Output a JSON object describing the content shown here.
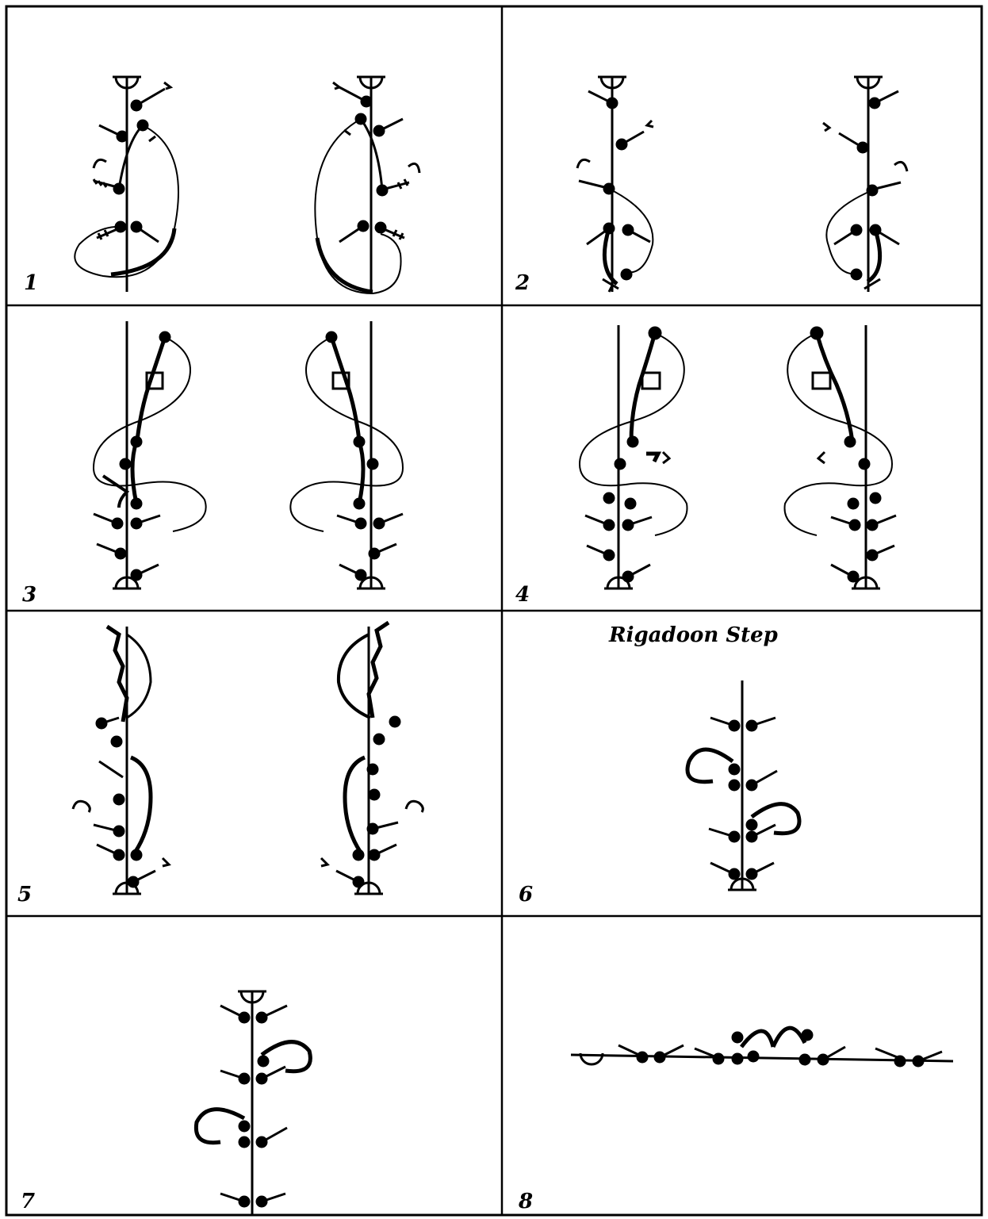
{
  "figure": {
    "panels": [
      {
        "number": "1",
        "title": ""
      },
      {
        "number": "2",
        "title": ""
      },
      {
        "number": "3",
        "title": ""
      },
      {
        "number": "4",
        "title": ""
      },
      {
        "number": "5",
        "title": ""
      },
      {
        "number": "6",
        "title": "Rigadoon Step"
      },
      {
        "number": "7",
        "title": ""
      },
      {
        "number": "8",
        "title": ""
      }
    ]
  },
  "colors": {
    "ink": "#000000",
    "paper": "#ffffff"
  }
}
